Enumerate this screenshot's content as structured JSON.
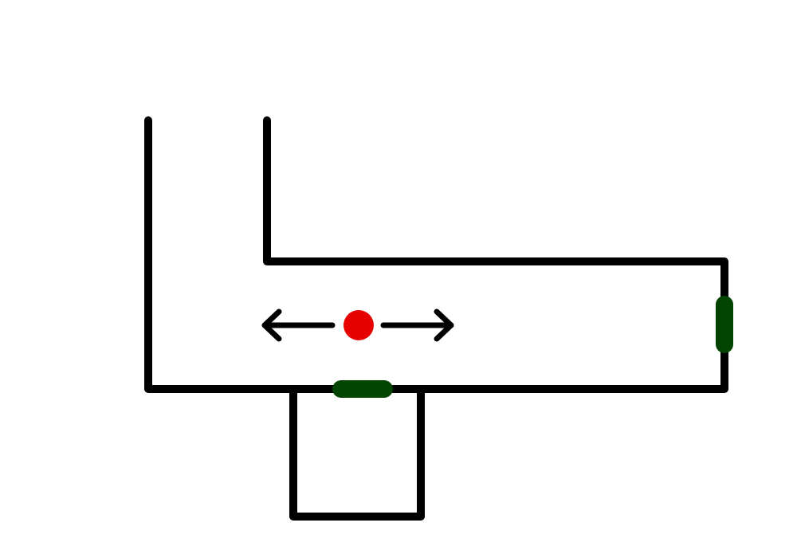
{
  "colors": {
    "background": "#ffffff",
    "wall": "#000000",
    "door": "#004400",
    "agent": "#e60000",
    "arrow": "#000000"
  },
  "elements": {
    "walls": "corridor-walls",
    "room": "small-room",
    "doors": [
      "door-bottom",
      "door-right"
    ],
    "agent": "agent-dot",
    "arrows": [
      "arrow-left-icon",
      "arrow-right-icon"
    ]
  }
}
